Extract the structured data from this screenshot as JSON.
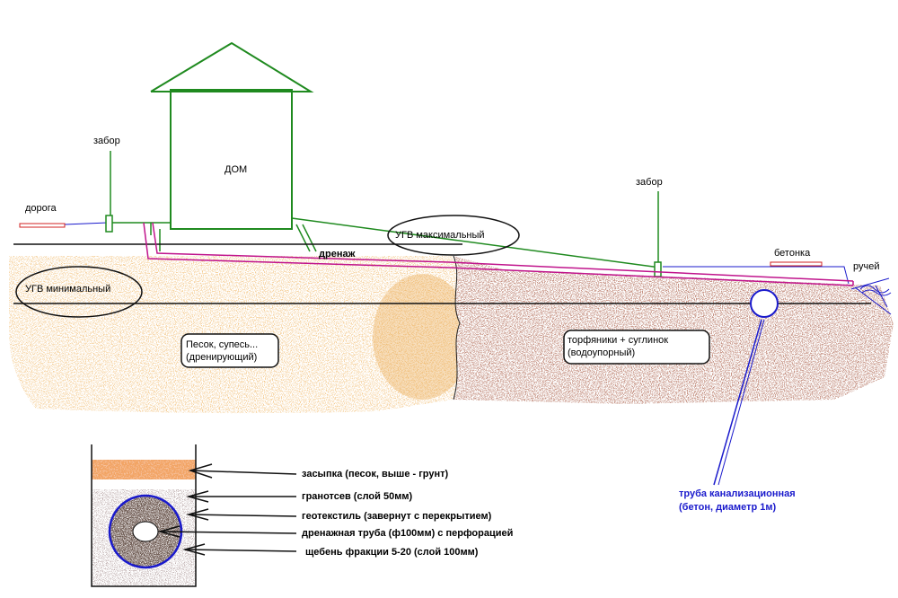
{
  "labels": {
    "house": "ДОМ",
    "fence_left": "забор",
    "road": "дорога",
    "fence_right": "забор",
    "ugv_max": "УГВ максимальный",
    "drainage": "дренаж",
    "betonka": "бетонка",
    "stream": "ручей",
    "ugv_min": "УГВ минимальный",
    "sand_line1": "Песок, супесь...",
    "sand_line2": "(дренирующий)",
    "peat_line1": "торфяники + суглинок",
    "peat_line2": "(водоупорный)",
    "sewer_line1": "труба канализационная",
    "sewer_line2": "(бетон, диаметр 1м)"
  },
  "legend": [
    "засыпка (песок, выше - грунт)",
    "гранотсев (слой 50мм)",
    "геотекстиль (завернут с перекрытием)",
    "дренажная труба (ф100мм)  с перфорацией",
    "щебень фракции 5-20 (слой 100мм)"
  ],
  "colors": {
    "green": "#1f8a1f",
    "magenta": "#c0148c",
    "blue": "#1a1acc",
    "red": "#d02020",
    "sand": "#e8a050",
    "peat": "#8b4a3a"
  }
}
